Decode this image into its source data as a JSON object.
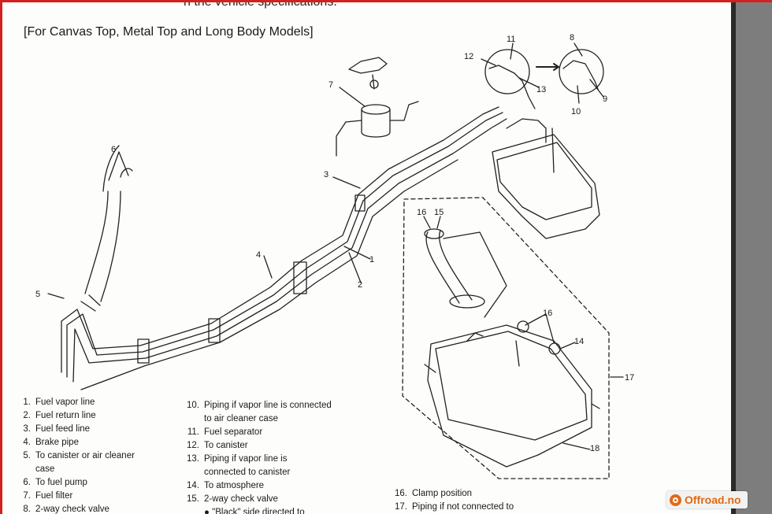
{
  "top_text": "n the vehicle specifications.",
  "heading": "[For Canvas Top, Metal Top and Long Body Models]",
  "callouts": [
    "1",
    "2",
    "3",
    "4",
    "5",
    "6",
    "7",
    "8",
    "9",
    "10",
    "11",
    "12",
    "13",
    "14",
    "15",
    "16",
    "16",
    "17",
    "18"
  ],
  "legend_col1": [
    {
      "num": "1.",
      "text": "Fuel vapor line"
    },
    {
      "num": "2.",
      "text": "Fuel return line"
    },
    {
      "num": "3.",
      "text": "Fuel feed line"
    },
    {
      "num": "4.",
      "text": "Brake pipe"
    },
    {
      "num": "5.",
      "text": "To canister or air cleaner",
      "cont": "case"
    },
    {
      "num": "6.",
      "text": "To fuel pump"
    },
    {
      "num": "7.",
      "text": "Fuel filter"
    },
    {
      "num": "8.",
      "text": "2-way check valve"
    }
  ],
  "legend_col2": [
    {
      "num": "10.",
      "text": "Piping if vapor line is connected",
      "cont": "to air cleaner case"
    },
    {
      "num": "11.",
      "text": "Fuel separator"
    },
    {
      "num": "12.",
      "text": "To canister"
    },
    {
      "num": "13.",
      "text": "Piping if vapor line is",
      "cont": "connected to canister"
    },
    {
      "num": "14.",
      "text": "To atmosphere"
    },
    {
      "num": "15.",
      "text": "2-way check valve"
    },
    {
      "num": "",
      "text": "● \"Black\" side directed to"
    }
  ],
  "legend_col3": [
    {
      "num": "16.",
      "text": "Clamp position"
    },
    {
      "num": "17.",
      "text": "Piping if not connected to"
    }
  ],
  "watermark": "Offroad.no",
  "colors": {
    "frame": "#d42020",
    "page": "#fdfdfc",
    "ink": "#1a1a1a",
    "brand": "#e06a14"
  }
}
